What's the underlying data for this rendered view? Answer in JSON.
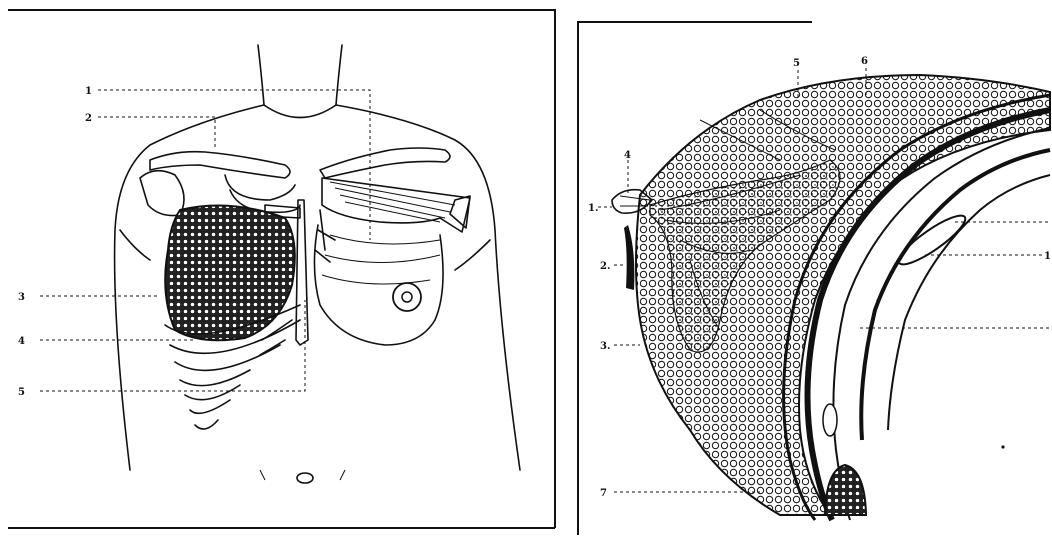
{
  "left_figure": {
    "labels": [
      "1",
      "2",
      "3",
      "4",
      "5"
    ]
  },
  "right_figure": {
    "labels": [
      "1.",
      "2.",
      "3.",
      "4",
      "5",
      "6",
      "7",
      "1"
    ]
  }
}
